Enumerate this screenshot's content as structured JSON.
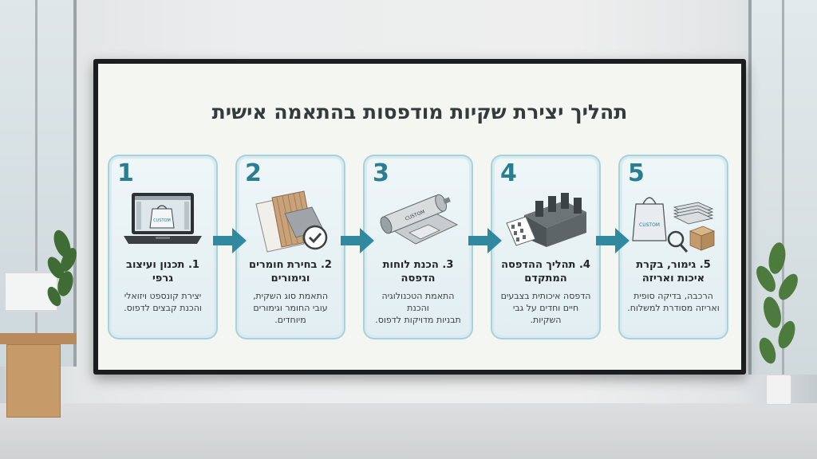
{
  "board": {
    "title": "תהליך יצירת שקיות מודפסות בהתאמה אישית"
  },
  "steps": [
    {
      "number": "1",
      "title_line1": "1. תכנון ועיצוב",
      "title_line2": "גרפי",
      "desc_line1": "יצירת קונספט ויזואלי",
      "desc_line2": "והכנת קבצים לדפוס.",
      "desc_line3": "",
      "illustration": "laptop-icon",
      "bag_text": "CUSTOM"
    },
    {
      "number": "2",
      "title_line1": "2. בחירת חומרים",
      "title_line2": "וגימורים",
      "desc_line1": "התאמת סוג השקית,",
      "desc_line2": "עובי החומר וגימורים",
      "desc_line3": "מיוחדים.",
      "illustration": "materials-icon"
    },
    {
      "number": "3",
      "title_line1": "3. הכנת לוחות",
      "title_line2": "הדפסה",
      "desc_line1": "התאמת הטכנולוגיה והכנת",
      "desc_line2": "תבניות מדויקות לדפוס.",
      "desc_line3": "",
      "illustration": "printing-plate-icon",
      "plate_text": "CUSTOM"
    },
    {
      "number": "4",
      "title_line1": "4. תהליך ההדפסה",
      "title_line2": "המתקדם",
      "desc_line1": "הדפסה איכותית בצבעים",
      "desc_line2": "חיים וחדים על גבי השקיות.",
      "desc_line3": "",
      "illustration": "printing-press-icon"
    },
    {
      "number": "5",
      "title_line1": "5. גימור, בקרת",
      "title_line2": "איכות ואריזה",
      "desc_line1": "הרכבה, בדיקה סופית",
      "desc_line2": "ואריזה מסודרת למשלוח.",
      "desc_line3": "",
      "illustration": "packaging-icon",
      "bag_text": "CUSTOM"
    }
  ],
  "colors": {
    "accent": "#2b7d92",
    "arrow": "#2f8aa0",
    "card_border": "#a9d0dc",
    "board_bg": "#f4f6f2"
  }
}
